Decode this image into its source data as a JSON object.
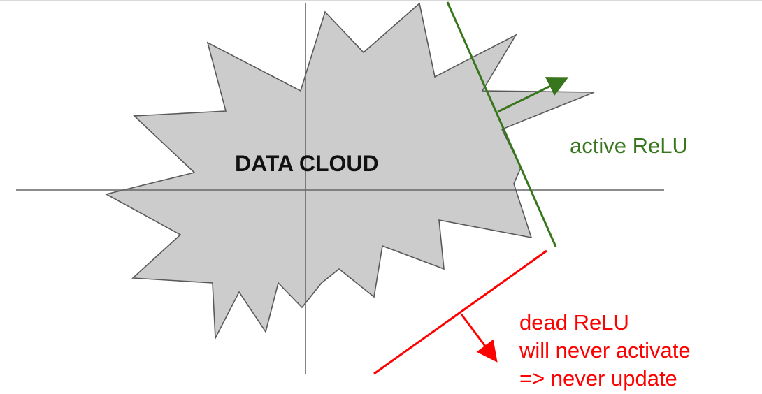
{
  "diagram": {
    "cloud_label": "DATA CLOUD",
    "active_relu": {
      "label": "active ReLU",
      "color": "#38761d"
    },
    "dead_relu": {
      "lines": [
        "dead ReLU",
        "will never activate",
        "=> never update"
      ],
      "color": "#ff0000"
    },
    "cloud_fill": "#cccccc",
    "axis_color": "#666666"
  }
}
